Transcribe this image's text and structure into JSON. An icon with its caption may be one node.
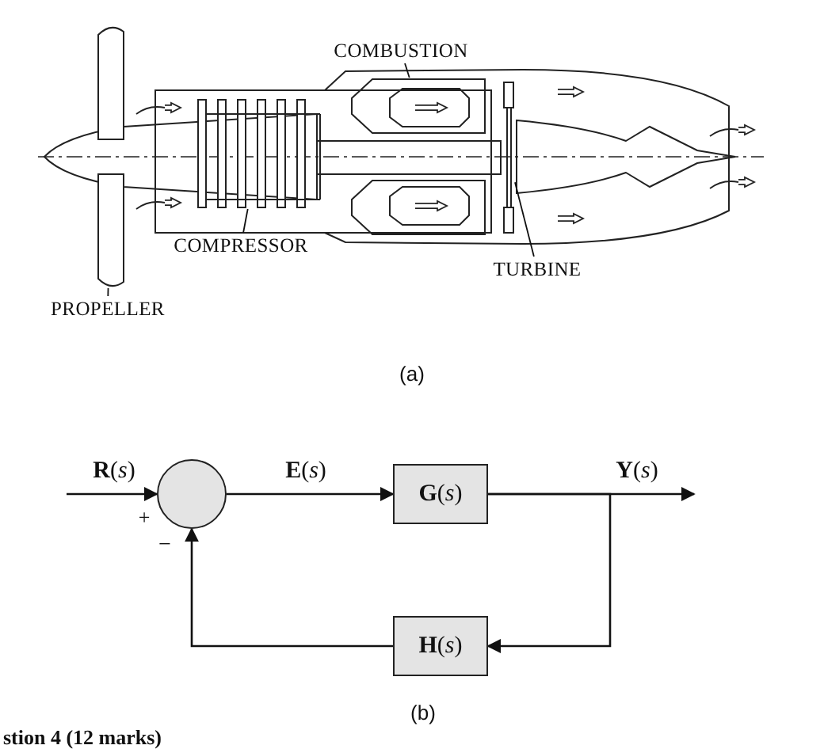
{
  "diagram": {
    "nodes": [
      {
        "text": [
          "COMBUSTION"
        ]
      },
      {
        "text": [
          "COMPRESSOR"
        ]
      },
      {
        "text": [
          "TURBINE"
        ]
      },
      {
        "text": [
          "PROPELLER"
        ]
      },
      {
        "text": [],
        "shape": "picture"
      },
      {
        "text": [],
        "shape": "picture"
      },
      {
        "text": [],
        "shape": "picture"
      },
      {
        "text": [],
        "shape": "picture"
      },
      {
        "text": [],
        "shape": "circle"
      },
      {
        "text": [
          "**G**(*s*)"
        ]
      },
      {
        "text": [
          "**H**(*s*)"
        ]
      }
    ],
    "edges": [
      {
        "from": 0,
        "to": 6,
        "arrow": "none"
      },
      {
        "from": 1,
        "to": 5,
        "arrow": "none"
      },
      {
        "from": 2,
        "to": 7,
        "arrow": "none"
      },
      {
        "from": 3,
        "to": 4,
        "arrow": "none"
      },
      {
        "from": null,
        "to": 8,
        "arrow": "to",
        "label": "**R**(*s*)"
      },
      {
        "from": 8,
        "to": 9,
        "arrow": "to",
        "label": "**E**(*s*)"
      },
      {
        "from": 9,
        "to": null,
        "arrow": "to",
        "label": "**Y**(*s*)"
      },
      {
        "from": 9,
        "to": 10,
        "arrow": "to"
      },
      {
        "from": 10,
        "to": 8,
        "arrow": "to"
      }
    ],
    "labels": [
      "(a)",
      "+",
      "−",
      "(b)",
      "stion 4 (12 marks)"
    ]
  }
}
